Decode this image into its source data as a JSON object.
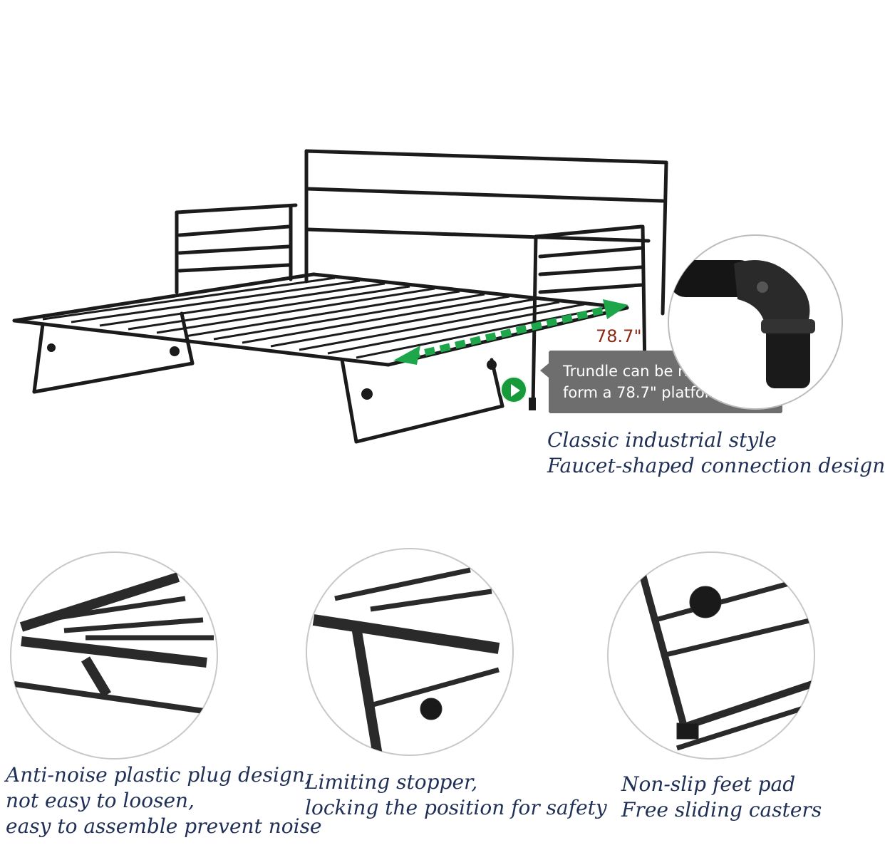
{
  "dimension": {
    "label": "78.7\""
  },
  "callout": {
    "line1": "Trundle can be risen,",
    "line2": "form a 78.7\" platform bed"
  },
  "top_caption": {
    "line1": "Classic industrial style",
    "line2": "Faucet-shaped connection design"
  },
  "details": [
    {
      "lines": [
        "Anti-noise plastic plug design,",
        "not easy to loosen,",
        "easy to assemble prevent noise"
      ]
    },
    {
      "lines": [
        "Limiting stopper,",
        "locking the position for safety"
      ]
    },
    {
      "lines": [
        "Non-slip feet pad",
        "Free sliding casters"
      ]
    }
  ],
  "colors": {
    "frame": "#1a1a1a",
    "arrow": "#1ea64b",
    "caption": "#1f2f55",
    "callout_bg": "#6e6e6e"
  }
}
